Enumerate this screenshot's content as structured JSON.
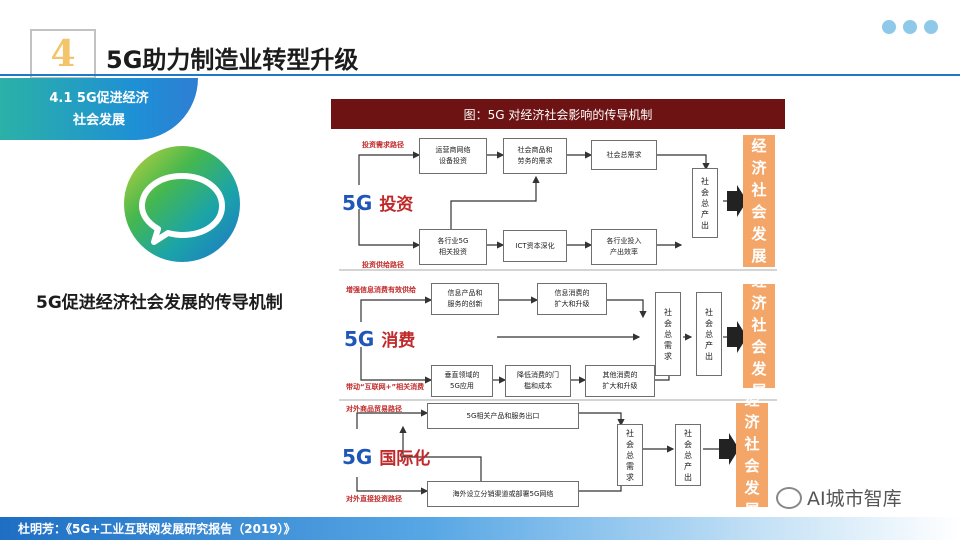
{
  "header": {
    "section_number": "4",
    "title": "5G助力制造业转型升级"
  },
  "left_panel": {
    "section_line1": "4.1 5G促进经济",
    "section_line2": "社会发展",
    "bubble_icon": "chat-bubble-icon",
    "subtitle": "5G促进经济社会发展的传导机制"
  },
  "diagram": {
    "title": "图：5G 对经济社会影响的传导机制",
    "investment": {
      "label_5g": "5G",
      "label_cn": "投资",
      "top_path": "投资需求路径",
      "bottom_path": "投资供给路径",
      "boxes": {
        "operator": "运营商网络\n设备投资",
        "social_goods": "社会商品和\n劳务的需求",
        "social_demand": "社会总需求",
        "industry_5g": "各行业5G\n相关投资",
        "ict": "ICT资本深化",
        "industry_input": "各行业投入\n产出效率",
        "gdp": "社\n会\n总\n产\n出"
      },
      "result": "经\n济\n社\n会\n发\n展"
    },
    "consumption": {
      "label_5g": "5G",
      "label_cn": "消费",
      "top_path": "增强信息消费有效供给",
      "bottom_path": "带动“互联网+”相关消费",
      "boxes": {
        "info_products": "信息产品和\n服务的创新",
        "expand": "信息消费的\n扩大和升级",
        "vertical": "垂直领域的\n5G应用",
        "lower": "降低消费的门\n槛和成本",
        "other": "其他消费的\n扩大和升级",
        "demand": "社\n会\n总\n需\n求",
        "output": "社\n会\n总\n产\n出"
      },
      "result": "经\n济\n社\n会\n发\n展"
    },
    "international": {
      "label_5g": "5G",
      "label_cn": "国际化",
      "top_path": "对外商品贸易路径",
      "bottom_path": "对外直接投资路径",
      "boxes": {
        "export": "5G相关产品和服务出口",
        "overseas": "海外设立分销渠道或部署5G网络",
        "demand": "社\n会\n总\n需\n求",
        "output": "社\n会\n总\n产\n出"
      },
      "result": "经\n济\n社\n会\n发\n展"
    }
  },
  "footer": {
    "source": "杜明芳：《5G+工业互联网发展研究报告（2019）》"
  },
  "watermark": {
    "icon": "wechat-icon",
    "text": "AI城市智库"
  },
  "colors": {
    "accent_blue": "#1f78c8",
    "title_bar": "#6e1313",
    "result_orange": "#f4a668",
    "label_red": "#c12a2a",
    "label_blue": "#1f56b8"
  }
}
